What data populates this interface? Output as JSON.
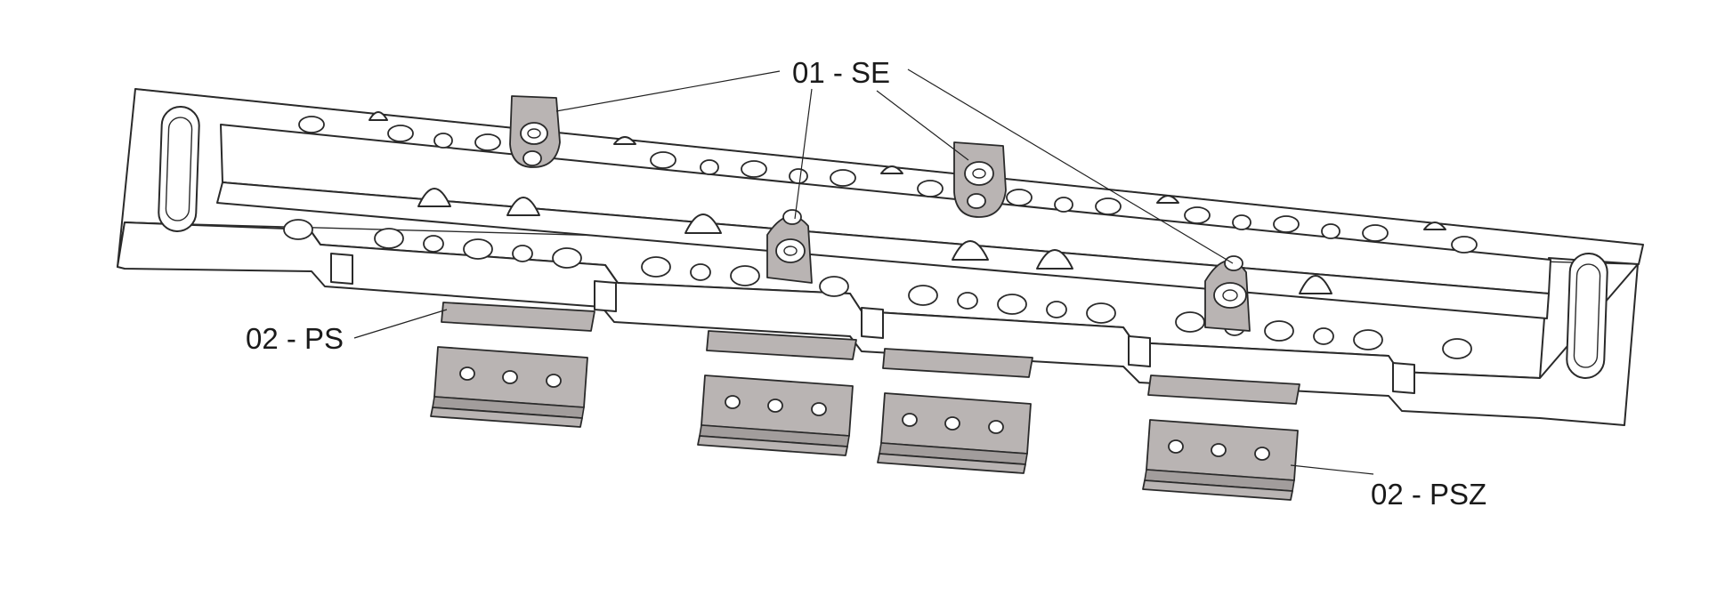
{
  "labels": {
    "se": "01 - SE",
    "ps": "02 - PS",
    "psz": "02 - PSZ"
  },
  "colors": {
    "part_fill": "#b9b4b3",
    "line": "#2a2a2a",
    "background": "#ffffff"
  }
}
